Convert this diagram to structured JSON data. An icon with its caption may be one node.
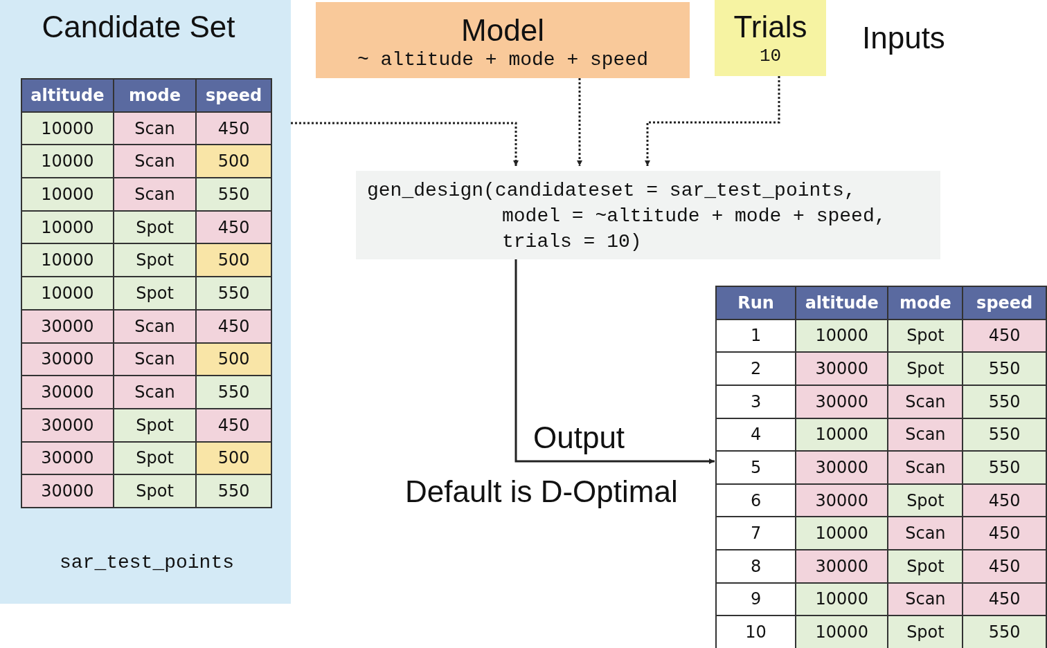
{
  "diagram": {
    "nodes": [
      {
        "text": [
          "Candidate Set",
          "sar_test_points"
        ]
      },
      {
        "text": [],
        "shape": "table",
        "in": 0
      },
      {
        "text": [
          "Model",
          "~ altitude + mode + speed"
        ]
      },
      {
        "text": [
          "Trials",
          "10"
        ]
      },
      {
        "text": [
          "gen_design(candidateset = sar_test_points, model = ~altitude + mode + speed, trials = 10)"
        ]
      },
      {
        "text": [],
        "shape": "table"
      }
    ],
    "edges": [
      {
        "from": 0,
        "to": 4,
        "arrow": "to",
        "style": "dashed"
      },
      {
        "from": 2,
        "to": 4,
        "arrow": "to",
        "style": "dashed"
      },
      {
        "from": 3,
        "to": 4,
        "arrow": "to",
        "style": "dashed"
      },
      {
        "from": 4,
        "to": 5,
        "arrow": "to",
        "label": "Output"
      }
    ],
    "labels": [
      "Inputs",
      "altitude",
      "mode",
      "speed",
      "10000",
      "Scan",
      "450",
      "10000",
      "Scan",
      "500",
      "10000",
      "Scan",
      "550",
      "10000",
      "Spot",
      "450",
      "10000",
      "Spot",
      "500",
      "10000",
      "Spot",
      "550",
      "30000",
      "Scan",
      "450",
      "30000",
      "Scan",
      "500",
      "30000",
      "Scan",
      "550",
      "30000",
      "Spot",
      "450",
      "30000",
      "Spot",
      "500",
      "30000",
      "Spot",
      "550",
      "Default is D-Optimal",
      "Run",
      "altitude",
      "mode",
      "speed",
      "1",
      "10000",
      "Spot",
      "450",
      "2",
      "30000",
      "Spot",
      "550",
      "3",
      "30000",
      "Scan",
      "550",
      "4",
      "10000",
      "Scan",
      "550",
      "5",
      "30000",
      "Scan",
      "550",
      "6",
      "30000",
      "Spot",
      "450",
      "7",
      "10000",
      "Scan",
      "450",
      "8",
      "30000",
      "Spot",
      "450",
      "9",
      "10000",
      "Scan",
      "450",
      "10",
      "10000",
      "Spot",
      "550"
    ]
  }
}
